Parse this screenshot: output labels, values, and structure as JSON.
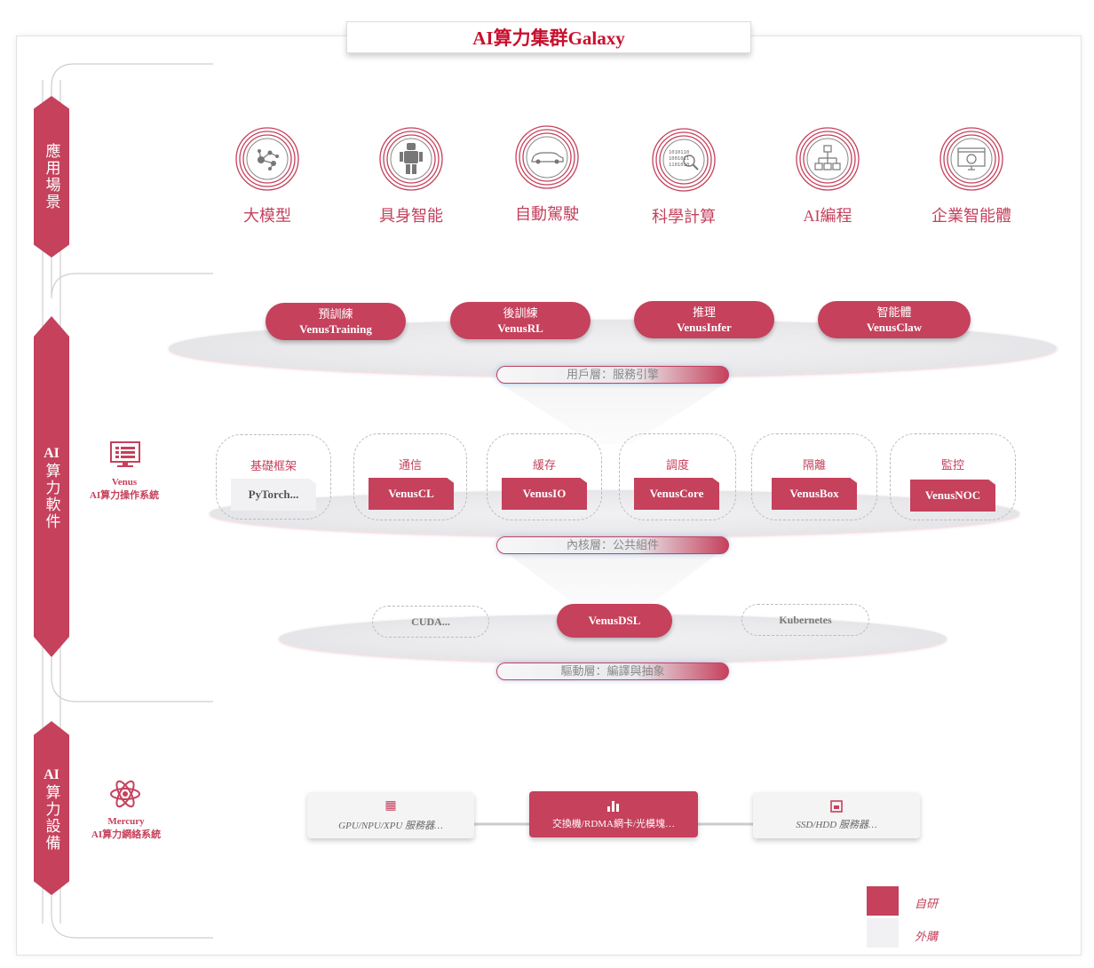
{
  "title": "AI算力集群Galaxy",
  "side_tabs": {
    "applications": "應用場景",
    "software_ai": "AI",
    "software_rest": "算力軟件",
    "devices_ai": "AI",
    "devices_rest": "算力設備"
  },
  "venus": {
    "name": "Venus",
    "subtitle": "AI算力操作系統",
    "icon": "monitor-icon"
  },
  "mercury": {
    "name": "Mercury",
    "subtitle": "AI算力網絡系統",
    "icon": "atom-icon"
  },
  "scenarios": [
    {
      "label": "大模型",
      "icon": "network-nodes-icon"
    },
    {
      "label": "具身智能",
      "icon": "robot-icon"
    },
    {
      "label": "自動駕駛",
      "icon": "car-icon"
    },
    {
      "label": "科學計算",
      "icon": "binary-magnifier-icon"
    },
    {
      "label": "AI編程",
      "icon": "flowchart-icon"
    },
    {
      "label": "企業智能體",
      "icon": "dashboard-icon"
    }
  ],
  "services": [
    {
      "cn": "預訓練",
      "en": "VenusTraining"
    },
    {
      "cn": "後訓練",
      "en": "VenusRL"
    },
    {
      "cn": "推理",
      "en": "VenusInfer"
    },
    {
      "cn": "智能體",
      "en": "VenusClaw"
    }
  ],
  "layer_labels": {
    "user": "用戶層：服務引擎",
    "kernel": "內核層：公共組件",
    "driver": "驅動層：編譯與抽象"
  },
  "kernel_components": [
    {
      "title": "基礎框架",
      "value": "PyTorch...",
      "type": "external"
    },
    {
      "title": "通信",
      "value": "VenusCL",
      "type": "own"
    },
    {
      "title": "緩存",
      "value": "VenusIO",
      "type": "own"
    },
    {
      "title": "調度",
      "value": "VenusCore",
      "type": "own"
    },
    {
      "title": "隔離",
      "value": "VenusBox",
      "type": "own"
    },
    {
      "title": "監控",
      "value": "VenusNOC",
      "type": "own"
    }
  ],
  "drivers": {
    "left": "CUDA...",
    "center": "VenusDSL",
    "right": "Kubernetes"
  },
  "hardware": [
    {
      "label": "GPU/NPU/XPU 服務器…",
      "type": "external",
      "icon": "grid-icon"
    },
    {
      "label": "交換機/RDMA網卡/光模塊…",
      "type": "own",
      "icon": "bar-chart-icon"
    },
    {
      "label": "SSD/HDD 服務器…",
      "type": "external",
      "icon": "storage-icon"
    }
  ],
  "legend": {
    "own": "自研",
    "external": "外購"
  },
  "colors": {
    "brand": "#c5415c",
    "external": "#f1f1f3"
  }
}
